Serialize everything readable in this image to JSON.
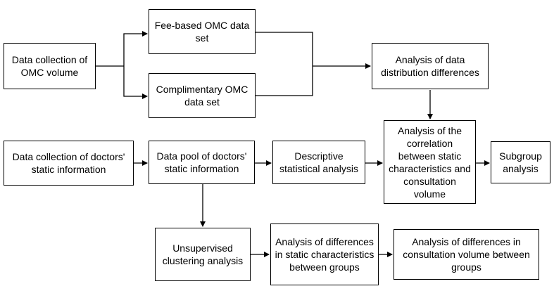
{
  "boxes": {
    "omc_collection": "Data collection of OMC volume",
    "fee_based": "Fee-based OMC data set",
    "complimentary": "Complimentary OMC data set",
    "distribution": "Analysis of data distribution differences",
    "doctor_collection": "Data collection of doctors' static information",
    "data_pool": "Data pool of doctors' static information",
    "descriptive": "Descriptive statistical analysis",
    "correlation": "Analysis of the correlation between static characteristics and consultation volume",
    "subgroup": "Subgroup analysis",
    "clustering": "Unsupervised clustering analysis",
    "static_diff": "Analysis of differences in static characteristics between groups",
    "volume_diff": "Analysis of differences in consultation volume between groups"
  }
}
